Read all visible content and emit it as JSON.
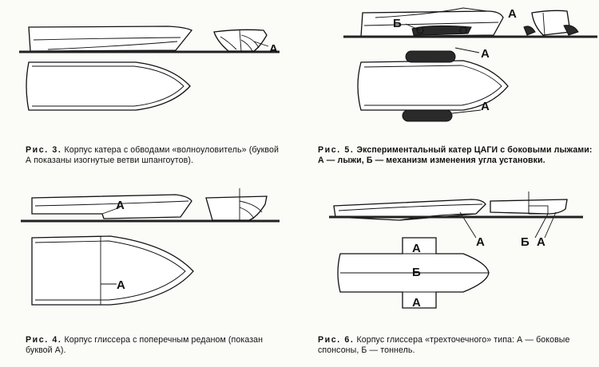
{
  "labels": {
    "a": "А",
    "b": "Б"
  },
  "captions": {
    "fig3": {
      "head": "Рис. 3.",
      "text": " Корпус катера с обводами «волноуловитель» (буквой А показаны изогнутые ветви шпангоутов)."
    },
    "fig4": {
      "head": "Рис. 4.",
      "text": " Корпус глиссера с поперечным реданом (показан буквой А)."
    },
    "fig5": {
      "head": "Рис. 5.",
      "text": " Экспериментальный катер ЦАГИ с боковыми лыжами: А — лыжи, Б — механизм изменения угла установки."
    },
    "fig6": {
      "head": "Рис. 6.",
      "text": " Корпус глиссера «трехточечного» типа: А — боковые спонсоны, Б — тоннель."
    }
  }
}
